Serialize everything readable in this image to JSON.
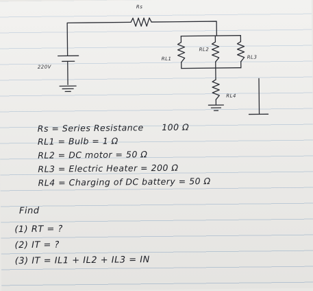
{
  "circuit": {
    "source_label": "220V",
    "rs_label": "Rs",
    "rl1_label": "RL1",
    "rl2_label": "RL2",
    "rl3_label": "RL3",
    "rl4_label": "RL4"
  },
  "notes": [
    {
      "key": "Rs",
      "text": "Series Resistance",
      "value": "100 Ω"
    },
    {
      "key": "RL1",
      "text": "Bulb",
      "value": "1 Ω"
    },
    {
      "key": "RL2",
      "text": "DC motor",
      "value": "50 Ω"
    },
    {
      "key": "RL3",
      "text": "Electric Heater",
      "value": "200 Ω"
    },
    {
      "key": "RL4",
      "text": "Charging of DC battery",
      "value": "50 Ω"
    }
  ],
  "find": {
    "title": "Find",
    "questions": [
      "(1) RT = ?",
      "(2) IT = ?",
      "(3) IT = IL1 + IL2 + IL3 = IN"
    ]
  },
  "colors": {
    "ink": "#1b1d24",
    "ruling": "#b9c8d6",
    "paper": "#ecebe8"
  }
}
